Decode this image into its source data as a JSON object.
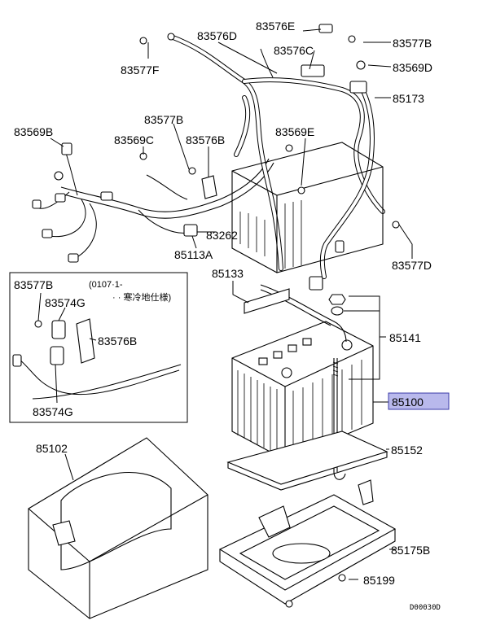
{
  "labels": {
    "p83576E": "83576E",
    "p83577B_top": "83577B",
    "p83576D": "83576D",
    "p83576C": "83576C",
    "p83569D": "83569D",
    "p83577F": "83577F",
    "p85173": "85173",
    "p83569B": "83569B",
    "p83577B_mid": "83577B",
    "p83569C": "83569C",
    "p83576B_top": "83576B",
    "p83569E": "83569E",
    "p83262": "83262",
    "p85113A": "85113A",
    "p83577D": "83577D",
    "p85133": "85133",
    "p85141": "85141",
    "p85100": "85100",
    "p85102": "85102",
    "p85152": "85152",
    "p85175B": "85175B",
    "p85199": "85199"
  },
  "inset": {
    "p83577B": "83577B",
    "p83574G_top": "83574G",
    "p83576B": "83576B",
    "p83574G_bottom": "83574G",
    "note_line1": "(0107·1-",
    "note_line2": "· · 寒冷地仕様)"
  },
  "drawing_code": "D00030D",
  "highlight_color": "#b9b9ec"
}
